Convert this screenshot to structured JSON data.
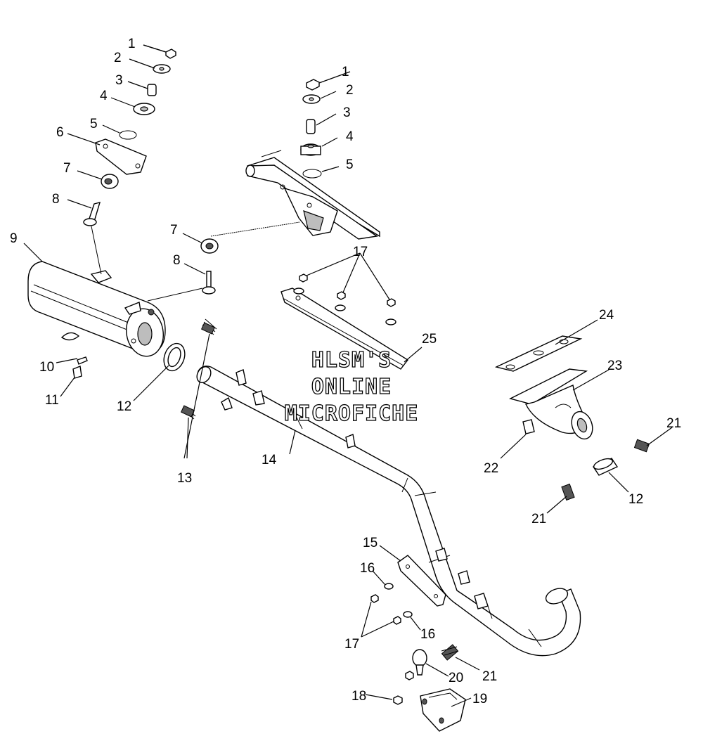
{
  "watermark": {
    "line1": "HLSM'S",
    "line2": "ONLINE",
    "line3": "MICROFICHE"
  },
  "callouts": [
    "1",
    "2",
    "3",
    "4",
    "5",
    "6",
    "7",
    "8",
    "9",
    "10",
    "11",
    "12",
    "13",
    "1",
    "2",
    "3",
    "4",
    "5",
    "7",
    "8",
    "17",
    "14",
    "25",
    "24",
    "23",
    "22",
    "21",
    "12",
    "21",
    "15",
    "16",
    "17",
    "16",
    "21",
    "20",
    "18",
    "19"
  ]
}
